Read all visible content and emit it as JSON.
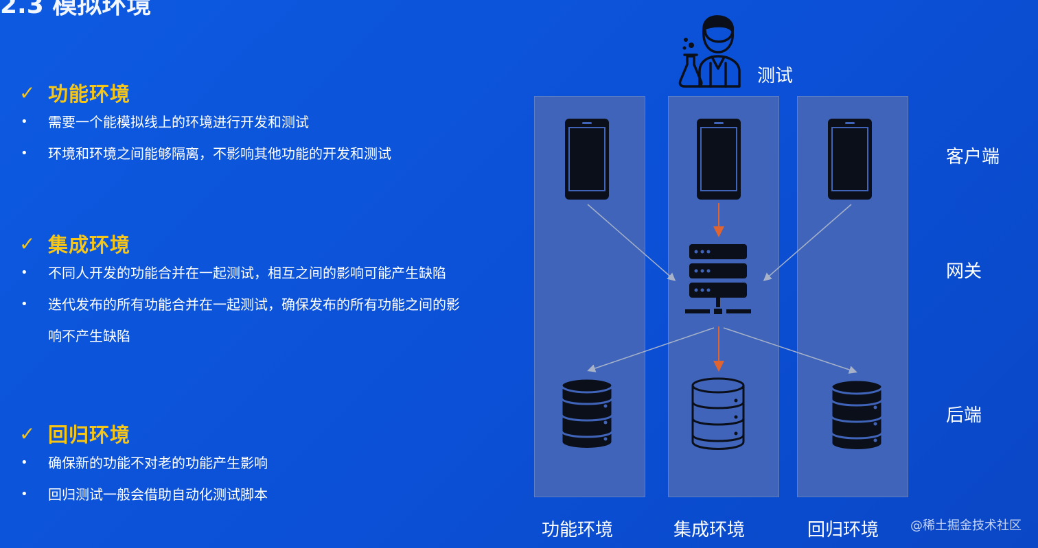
{
  "slide": {
    "title": "2.3 模拟环境"
  },
  "left": {
    "sections": [
      {
        "title": "功能环境",
        "bullets": [
          "需要一个能模拟线上的环境进行开发和测试",
          "环境和环境之间能够隔离，不影响其他功能的开发和测试"
        ]
      },
      {
        "title": "集成环境",
        "bullets": [
          "不同人开发的功能合并在一起测试，相互之间的影响可能产生缺陷",
          "迭代发布的所有功能合并在一起测试，确保发布的所有功能之间的影响不产生缺陷"
        ]
      },
      {
        "title": "回归环境",
        "bullets": [
          "确保新的功能不对老的功能产生影响",
          "回归测试一般会借助自动化测试脚本"
        ]
      }
    ]
  },
  "diagram": {
    "tester_label": "测试",
    "row_labels": {
      "client": "客户端",
      "gateway": "网关",
      "backend": "后端"
    },
    "env_labels": [
      "功能环境",
      "集成环境",
      "回归环境"
    ],
    "colors": {
      "column": "#3f64b9",
      "arrow_gray": "#a7b2c9",
      "arrow_orange": "#e0642f",
      "accent": "#f5c518"
    },
    "icons": [
      "tester-icon",
      "phone-icon",
      "server-icon",
      "database-icon"
    ]
  },
  "watermark": "@稀土掘金技术社区"
}
